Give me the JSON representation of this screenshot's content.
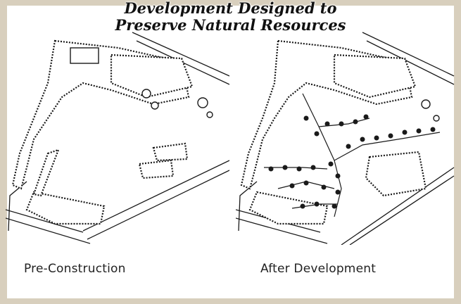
{
  "title": {
    "line1": "Development Designed to",
    "line2": "Preserve Natural Resources"
  },
  "panels": [
    {
      "caption": "Pre-Construction"
    },
    {
      "caption": "After Development"
    }
  ],
  "colors": {
    "background": "#d8cfbd",
    "ink": "#1a1a1a",
    "paper": "#ffffff"
  }
}
